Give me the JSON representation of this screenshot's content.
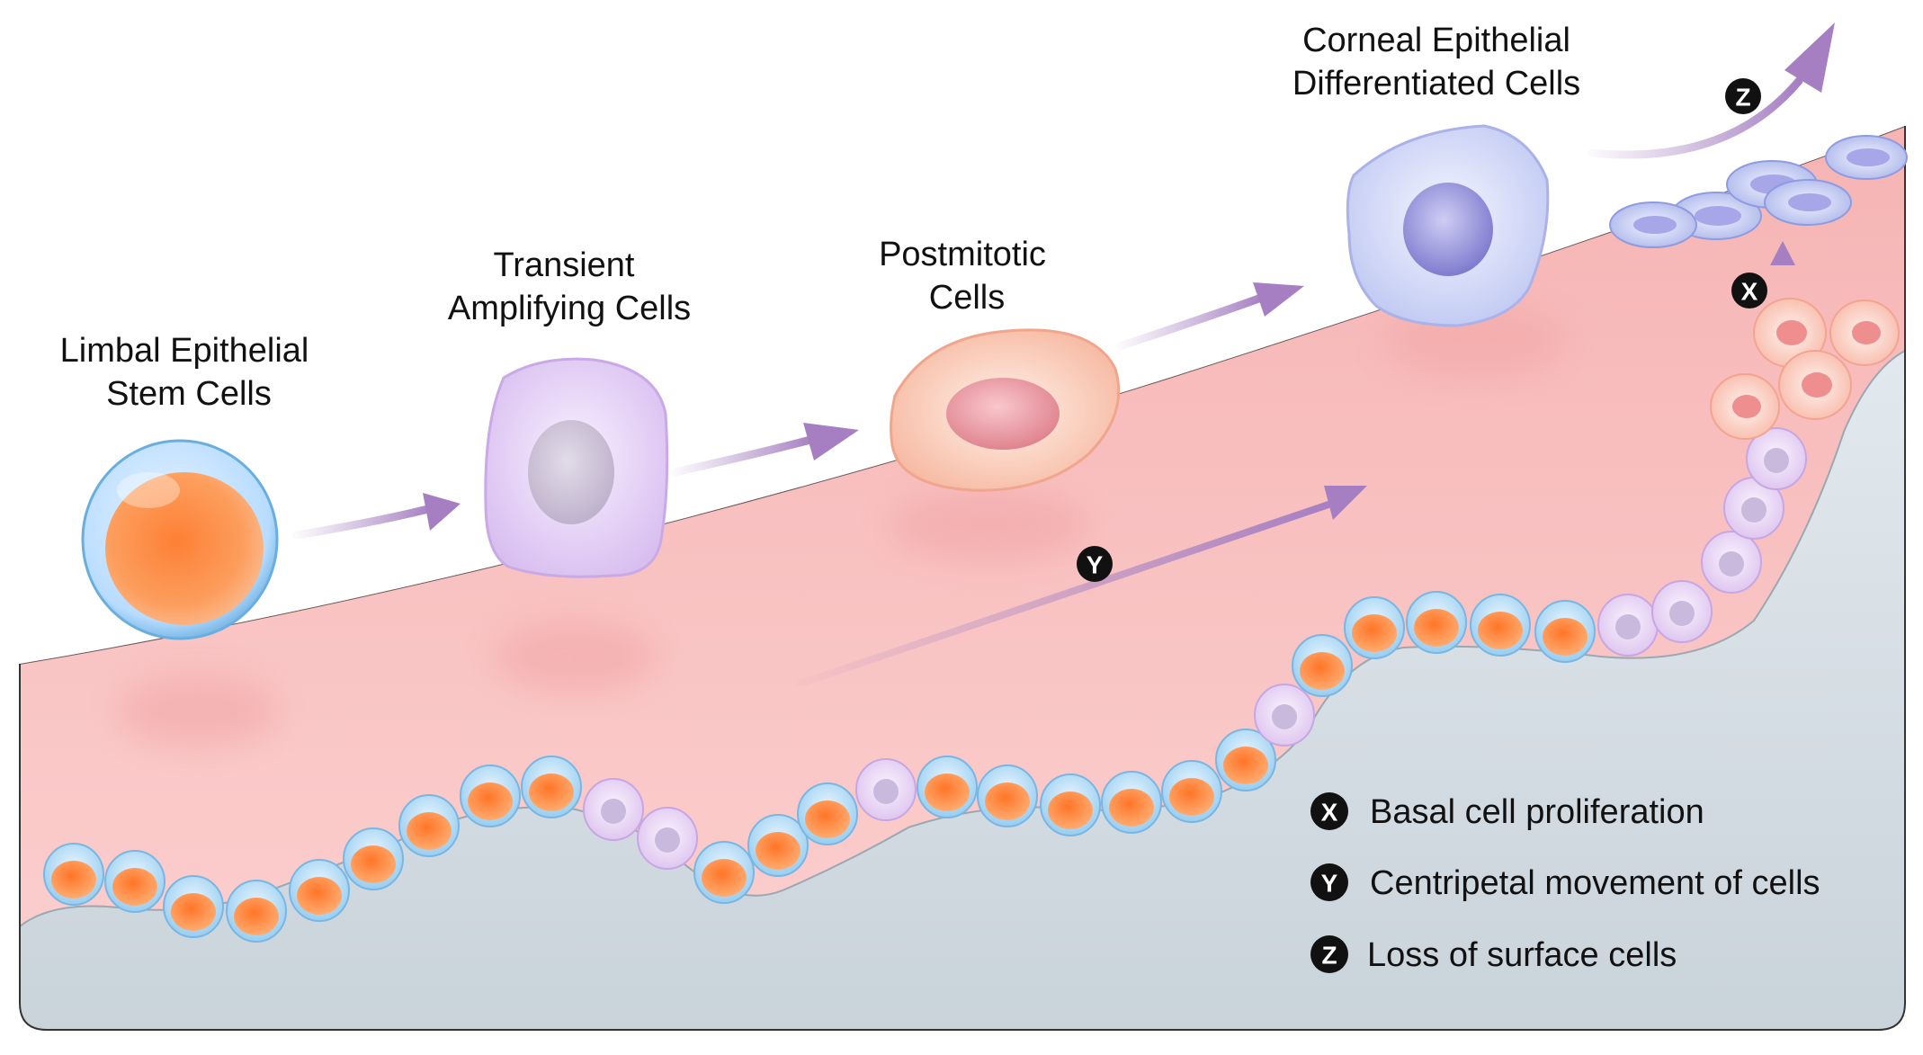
{
  "labels": {
    "stem": [
      "Limbal Epithelial",
      "Stem Cells"
    ],
    "transient": [
      "Transient",
      "Amplifying Cells"
    ],
    "postmitotic": [
      "Postmitotic",
      "Cells"
    ],
    "corneal": [
      "Corneal Epithelial",
      "Differentiated Cells"
    ]
  },
  "markers": {
    "x": "X",
    "y": "Y",
    "z": "Z"
  },
  "legend": [
    {
      "key": "X",
      "text": "Basal cell proliferation"
    },
    {
      "key": "Y",
      "text": "Centripetal movement of cells"
    },
    {
      "key": "Z",
      "text": "Loss of surface cells"
    }
  ],
  "colors": {
    "tissue": "#f7bcbc",
    "stroma": "#d3dde3",
    "arrow": "#b08ec6",
    "stem_cell": "#ff8a3d",
    "transient_cell": "#e6d3f3",
    "postmitotic_cell": "#fbd5c6",
    "corneal_cell": "#dfe3f8"
  }
}
